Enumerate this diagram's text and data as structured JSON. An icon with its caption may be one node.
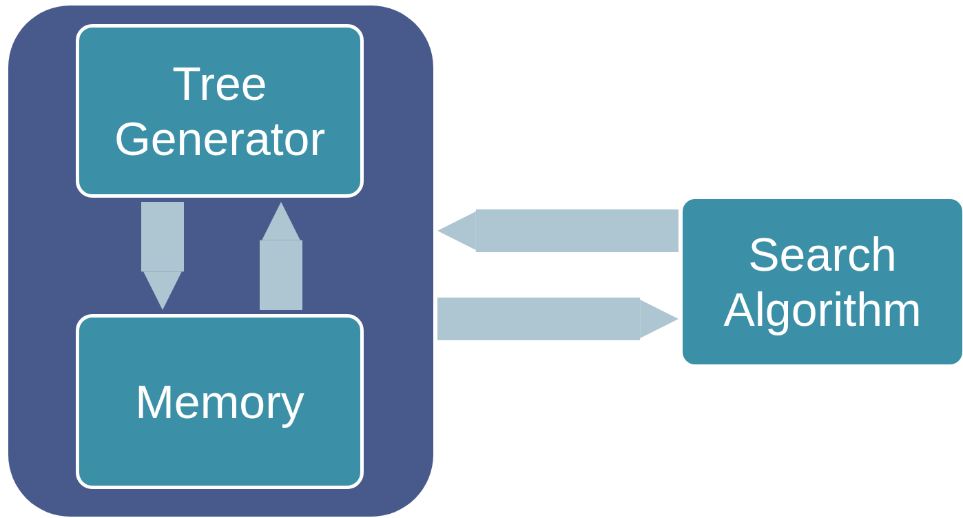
{
  "diagram": {
    "nodes": [
      {
        "text": [],
        "shape": "box"
      },
      {
        "text": [
          "Tree Generator"
        ],
        "in": 0
      },
      {
        "text": [
          "Memory"
        ],
        "in": 0
      },
      {
        "text": [
          "Search Algorithm"
        ]
      }
    ],
    "edges": [
      {
        "from": 1,
        "to": 2,
        "arrow": "to"
      },
      {
        "from": 2,
        "to": 1,
        "arrow": "to"
      },
      {
        "from": 3,
        "to": 0,
        "arrow": "to"
      },
      {
        "from": 0,
        "to": 3,
        "arrow": "to"
      }
    ]
  }
}
